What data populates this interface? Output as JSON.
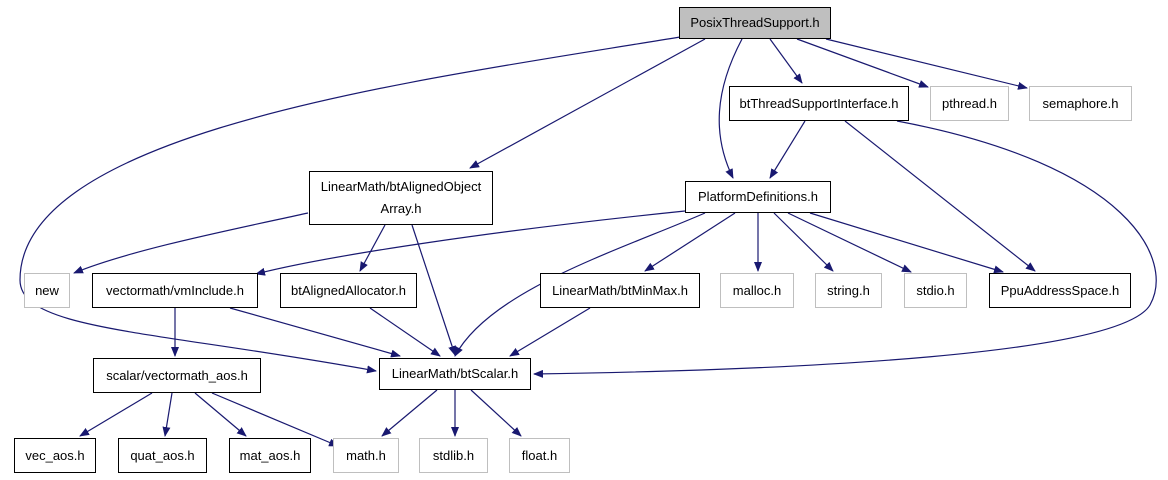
{
  "diagram": {
    "colors": {
      "edge": "#191970",
      "border": "#000000",
      "external_border": "#bfbfbf",
      "root_fill": "#bfbfbf",
      "text": "#000000"
    },
    "nodes": {
      "posix": {
        "label": "PosixThreadSupport.h",
        "kind": "root"
      },
      "tsi": {
        "label": "btThreadSupportInterface.h",
        "kind": "file"
      },
      "pthread": {
        "label": "pthread.h",
        "kind": "external"
      },
      "semaphore": {
        "label": "semaphore.h",
        "kind": "external"
      },
      "aligned_array": {
        "label": "LinearMath/btAlignedObject\nArray.h",
        "kind": "file"
      },
      "platform": {
        "label": "PlatformDefinitions.h",
        "kind": "file"
      },
      "new": {
        "label": "new",
        "kind": "external"
      },
      "vminclude": {
        "label": "vectormath/vmInclude.h",
        "kind": "file"
      },
      "aligned_alloc": {
        "label": "btAlignedAllocator.h",
        "kind": "file"
      },
      "minmax": {
        "label": "LinearMath/btMinMax.h",
        "kind": "file"
      },
      "malloc": {
        "label": "malloc.h",
        "kind": "external"
      },
      "string": {
        "label": "string.h",
        "kind": "external"
      },
      "stdio": {
        "label": "stdio.h",
        "kind": "external"
      },
      "ppu": {
        "label": "PpuAddressSpace.h",
        "kind": "file"
      },
      "vec_aos_dir": {
        "label": "scalar/vectormath_aos.h",
        "kind": "file"
      },
      "scalar": {
        "label": "LinearMath/btScalar.h",
        "kind": "file"
      },
      "vec_aos": {
        "label": "vec_aos.h",
        "kind": "file"
      },
      "quat_aos": {
        "label": "quat_aos.h",
        "kind": "file"
      },
      "mat_aos": {
        "label": "mat_aos.h",
        "kind": "file"
      },
      "math": {
        "label": "math.h",
        "kind": "external"
      },
      "stdlib": {
        "label": "stdlib.h",
        "kind": "external"
      },
      "float": {
        "label": "float.h",
        "kind": "external"
      }
    }
  }
}
